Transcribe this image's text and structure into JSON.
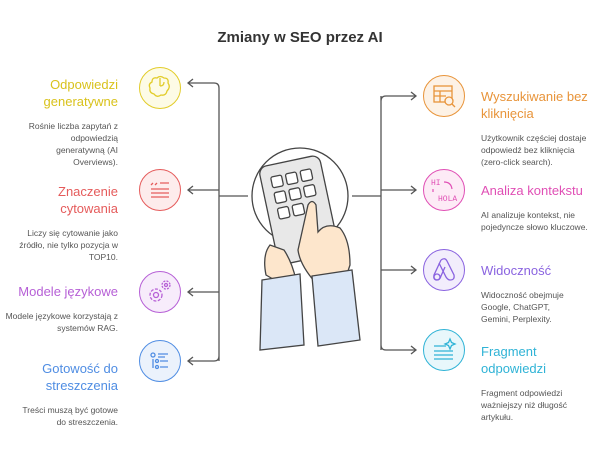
{
  "title": "Zmiany w SEO przez AI",
  "left": [
    {
      "title": "Odpowiedzi generatywne",
      "desc": "Rośnie liczba zapytań z odpowiedzią generatywną (AI Overviews).",
      "icon": "brain-icon",
      "color": "#e2cc2a"
    },
    {
      "title": "Znaczenie cytowania",
      "desc": "Liczy się cytowanie jako źródło, nie tylko pozycja w TOP10.",
      "icon": "quote-icon",
      "color": "#e55b5b"
    },
    {
      "title": "Modele językowe",
      "desc": "Modele językowe korzystają z systemów RAG.",
      "icon": "gears-icon",
      "color": "#b65fd6"
    },
    {
      "title": "Gotowość do streszczenia",
      "desc": "Treści muszą być gotowe do streszczenia.",
      "icon": "list-icon",
      "color": "#4f8de3"
    }
  ],
  "right": [
    {
      "title": "Wyszukiwanie bez kliknięcia",
      "desc": "Użytkownik częściej dostaje odpowiedź bez kliknięcia (zero-click search).",
      "icon": "table-search-icon",
      "color": "#e8943a"
    },
    {
      "title": "Analiza kontekstu",
      "desc": "AI analizuje kontekst, nie pojedyncze słowo kluczowe.",
      "icon": "translate-icon",
      "color": "#e04fb5"
    },
    {
      "title": "Widoczność",
      "desc": "Widoczność obejmuje Google, ChatGPT, Gemini, Perplexity.",
      "icon": "ads-logo-icon",
      "color": "#8a63e0"
    },
    {
      "title": "Fragment odpowiedzi",
      "desc": "Fragment odpowiedzi ważniejszy niż długość artykułu.",
      "icon": "sparkle-text-icon",
      "color": "#2fb3d6"
    }
  ],
  "icon_text": {
    "hi": "HI",
    "hola": "HOLA"
  }
}
